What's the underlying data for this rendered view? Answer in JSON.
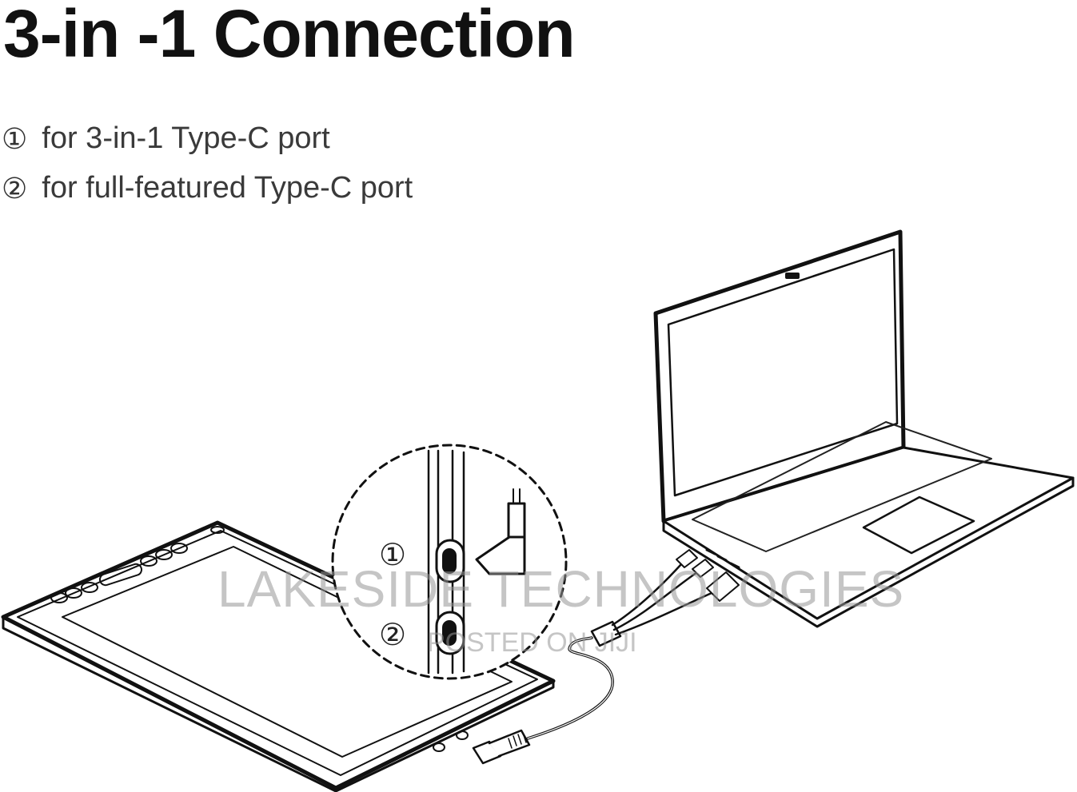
{
  "title": "3-in -1 Connection",
  "legend": [
    {
      "marker": "①",
      "text": "for 3-in-1 Type-C port"
    },
    {
      "marker": "②",
      "text": "for full-featured Type-C port"
    }
  ],
  "callouts": [
    "①",
    "②"
  ],
  "watermark": {
    "main": "LAKESIDE TECHNOLOGIES",
    "sub": "POSTED ON JIJI"
  }
}
